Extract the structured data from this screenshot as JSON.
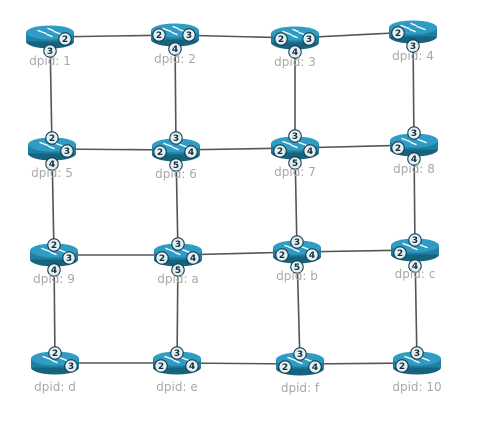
{
  "colors": {
    "router_body": "#1f7fa3",
    "router_top": "#2f9cc4",
    "router_dark": "#14637f",
    "port_fill": "#dff1f7",
    "port_stroke": "#1c3a48",
    "link": "#555555",
    "label": "#a8a8a8"
  },
  "icon": "router-icon",
  "switches": [
    {
      "id": "s1",
      "label": "dpid: 1",
      "ports": [
        "2",
        "3"
      ]
    },
    {
      "id": "s2",
      "label": "dpid: 2",
      "ports": [
        "2",
        "3",
        "4"
      ]
    },
    {
      "id": "s3",
      "label": "dpid: 3",
      "ports": [
        "2",
        "3",
        "4"
      ]
    },
    {
      "id": "s4",
      "label": "dpid: 4",
      "ports": [
        "2",
        "3"
      ]
    },
    {
      "id": "s5",
      "label": "dpid: 5",
      "ports": [
        "2",
        "3",
        "4"
      ]
    },
    {
      "id": "s6",
      "label": "dpid: 6",
      "ports": [
        "3",
        "2",
        "4",
        "5"
      ]
    },
    {
      "id": "s7",
      "label": "dpid: 7",
      "ports": [
        "3",
        "2",
        "4",
        "5"
      ]
    },
    {
      "id": "s8",
      "label": "dpid: 8",
      "ports": [
        "3",
        "2",
        "4"
      ]
    },
    {
      "id": "s9",
      "label": "dpid: 9",
      "ports": [
        "2",
        "3",
        "4"
      ]
    },
    {
      "id": "sa",
      "label": "dpid: a",
      "ports": [
        "3",
        "2",
        "4",
        "5"
      ]
    },
    {
      "id": "sb",
      "label": "dpid: b",
      "ports": [
        "3",
        "2",
        "4",
        "5"
      ]
    },
    {
      "id": "sc",
      "label": "dpid: c",
      "ports": [
        "3",
        "2",
        "4"
      ]
    },
    {
      "id": "sd",
      "label": "dpid: d",
      "ports": [
        "2",
        "3"
      ]
    },
    {
      "id": "se",
      "label": "dpid: e",
      "ports": [
        "3",
        "2",
        "4"
      ]
    },
    {
      "id": "sf",
      "label": "dpid: f",
      "ports": [
        "3",
        "2",
        "4"
      ]
    },
    {
      "id": "s10",
      "label": "dpid: 10",
      "ports": [
        "3",
        "2"
      ]
    }
  ],
  "links": [
    [
      "s1",
      "s2"
    ],
    [
      "s2",
      "s3"
    ],
    [
      "s3",
      "s4"
    ],
    [
      "s5",
      "s6"
    ],
    [
      "s6",
      "s7"
    ],
    [
      "s7",
      "s8"
    ],
    [
      "s9",
      "sa"
    ],
    [
      "sa",
      "sb"
    ],
    [
      "sb",
      "sc"
    ],
    [
      "sd",
      "se"
    ],
    [
      "se",
      "sf"
    ],
    [
      "sf",
      "s10"
    ],
    [
      "s1",
      "s5"
    ],
    [
      "s5",
      "s9"
    ],
    [
      "s9",
      "sd"
    ],
    [
      "s2",
      "s6"
    ],
    [
      "s6",
      "sa"
    ],
    [
      "sa",
      "se"
    ],
    [
      "s3",
      "s7"
    ],
    [
      "s7",
      "sb"
    ],
    [
      "sb",
      "sf"
    ],
    [
      "s4",
      "s8"
    ],
    [
      "s8",
      "sc"
    ],
    [
      "sc",
      "s10"
    ]
  ]
}
